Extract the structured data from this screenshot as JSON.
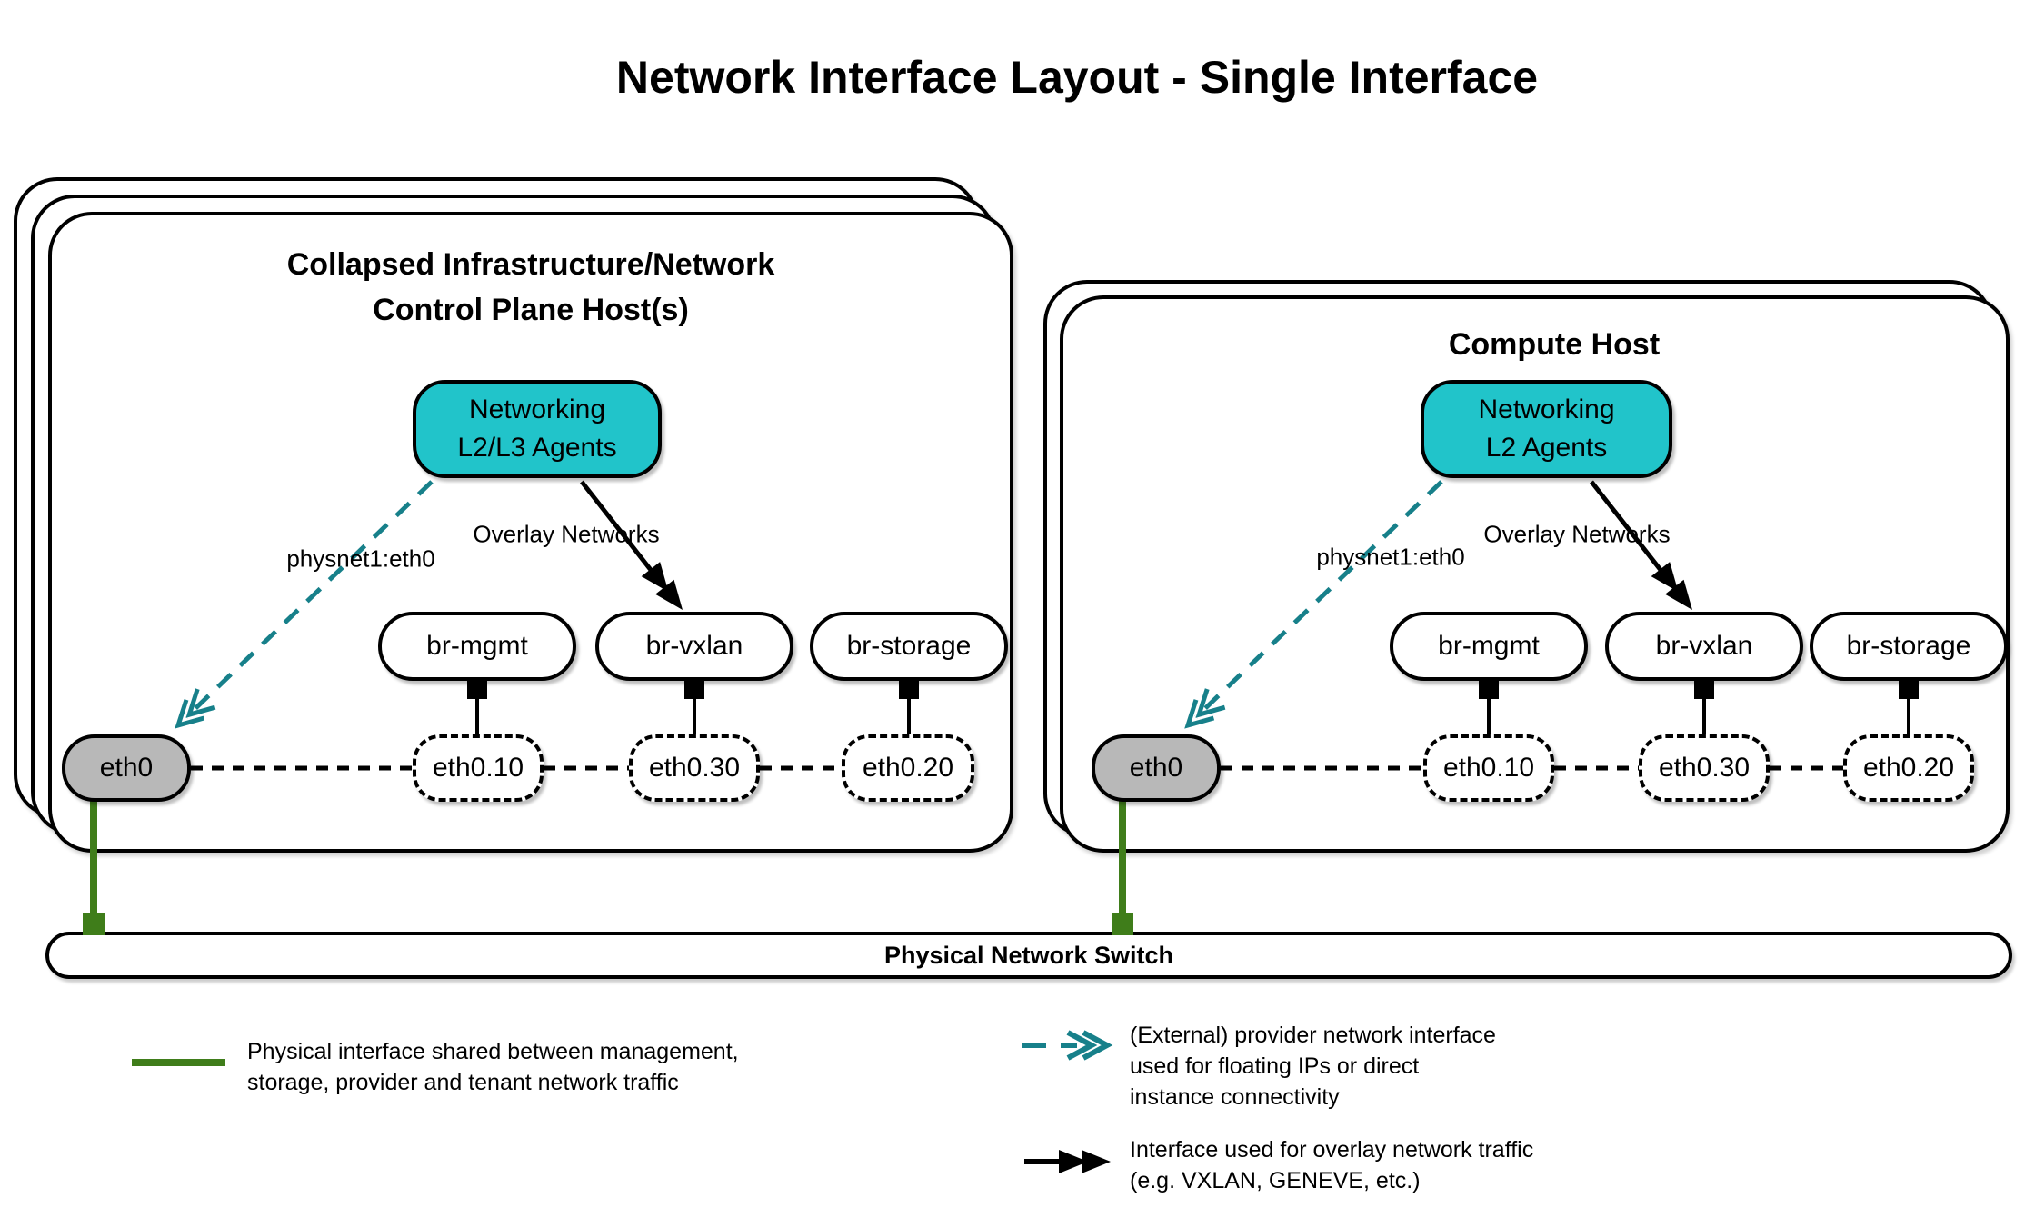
{
  "page_title": "Network Interface Layout - Single Interface",
  "hosts": [
    {
      "title_line1": "Collapsed Infrastructure/Network",
      "title_line2": "Control Plane Host(s)",
      "agent_line1": "Networking",
      "agent_line2": "L2/L3 Agents",
      "provider_label": "physnet1:eth0",
      "overlay_label": "Overlay Networks",
      "bridges": [
        "br-mgmt",
        "br-vxlan",
        "br-storage"
      ],
      "phys_if": "eth0",
      "vlan_ifs": [
        "eth0.10",
        "eth0.30",
        "eth0.20"
      ]
    },
    {
      "title_line1": "Compute Host",
      "title_line2": "",
      "agent_line1": "Networking",
      "agent_line2": "L2 Agents",
      "provider_label": "physnet1:eth0",
      "overlay_label": "Overlay Networks",
      "bridges": [
        "br-mgmt",
        "br-vxlan",
        "br-storage"
      ],
      "phys_if": "eth0",
      "vlan_ifs": [
        "eth0.10",
        "eth0.30",
        "eth0.20"
      ]
    }
  ],
  "switch_label": "Physical Network Switch",
  "legend": {
    "physical": {
      "line1": "Physical interface shared between management,",
      "line2": "storage, provider and tenant network traffic"
    },
    "provider": {
      "line1": "(External) provider network interface",
      "line2": "used for floating IPs or direct",
      "line3": "instance connectivity"
    },
    "overlay": {
      "line1": "Interface used for overlay network traffic",
      "line2": "(e.g. VXLAN, GENEVE, etc.)"
    }
  },
  "colors": {
    "agent_fill_teal": "#21C4CA",
    "provider_arrow_teal": "#17808A",
    "physical_link_green": "#3F7D1A",
    "phys_if_gray": "#B8B8B8",
    "line_black": "#000000"
  }
}
